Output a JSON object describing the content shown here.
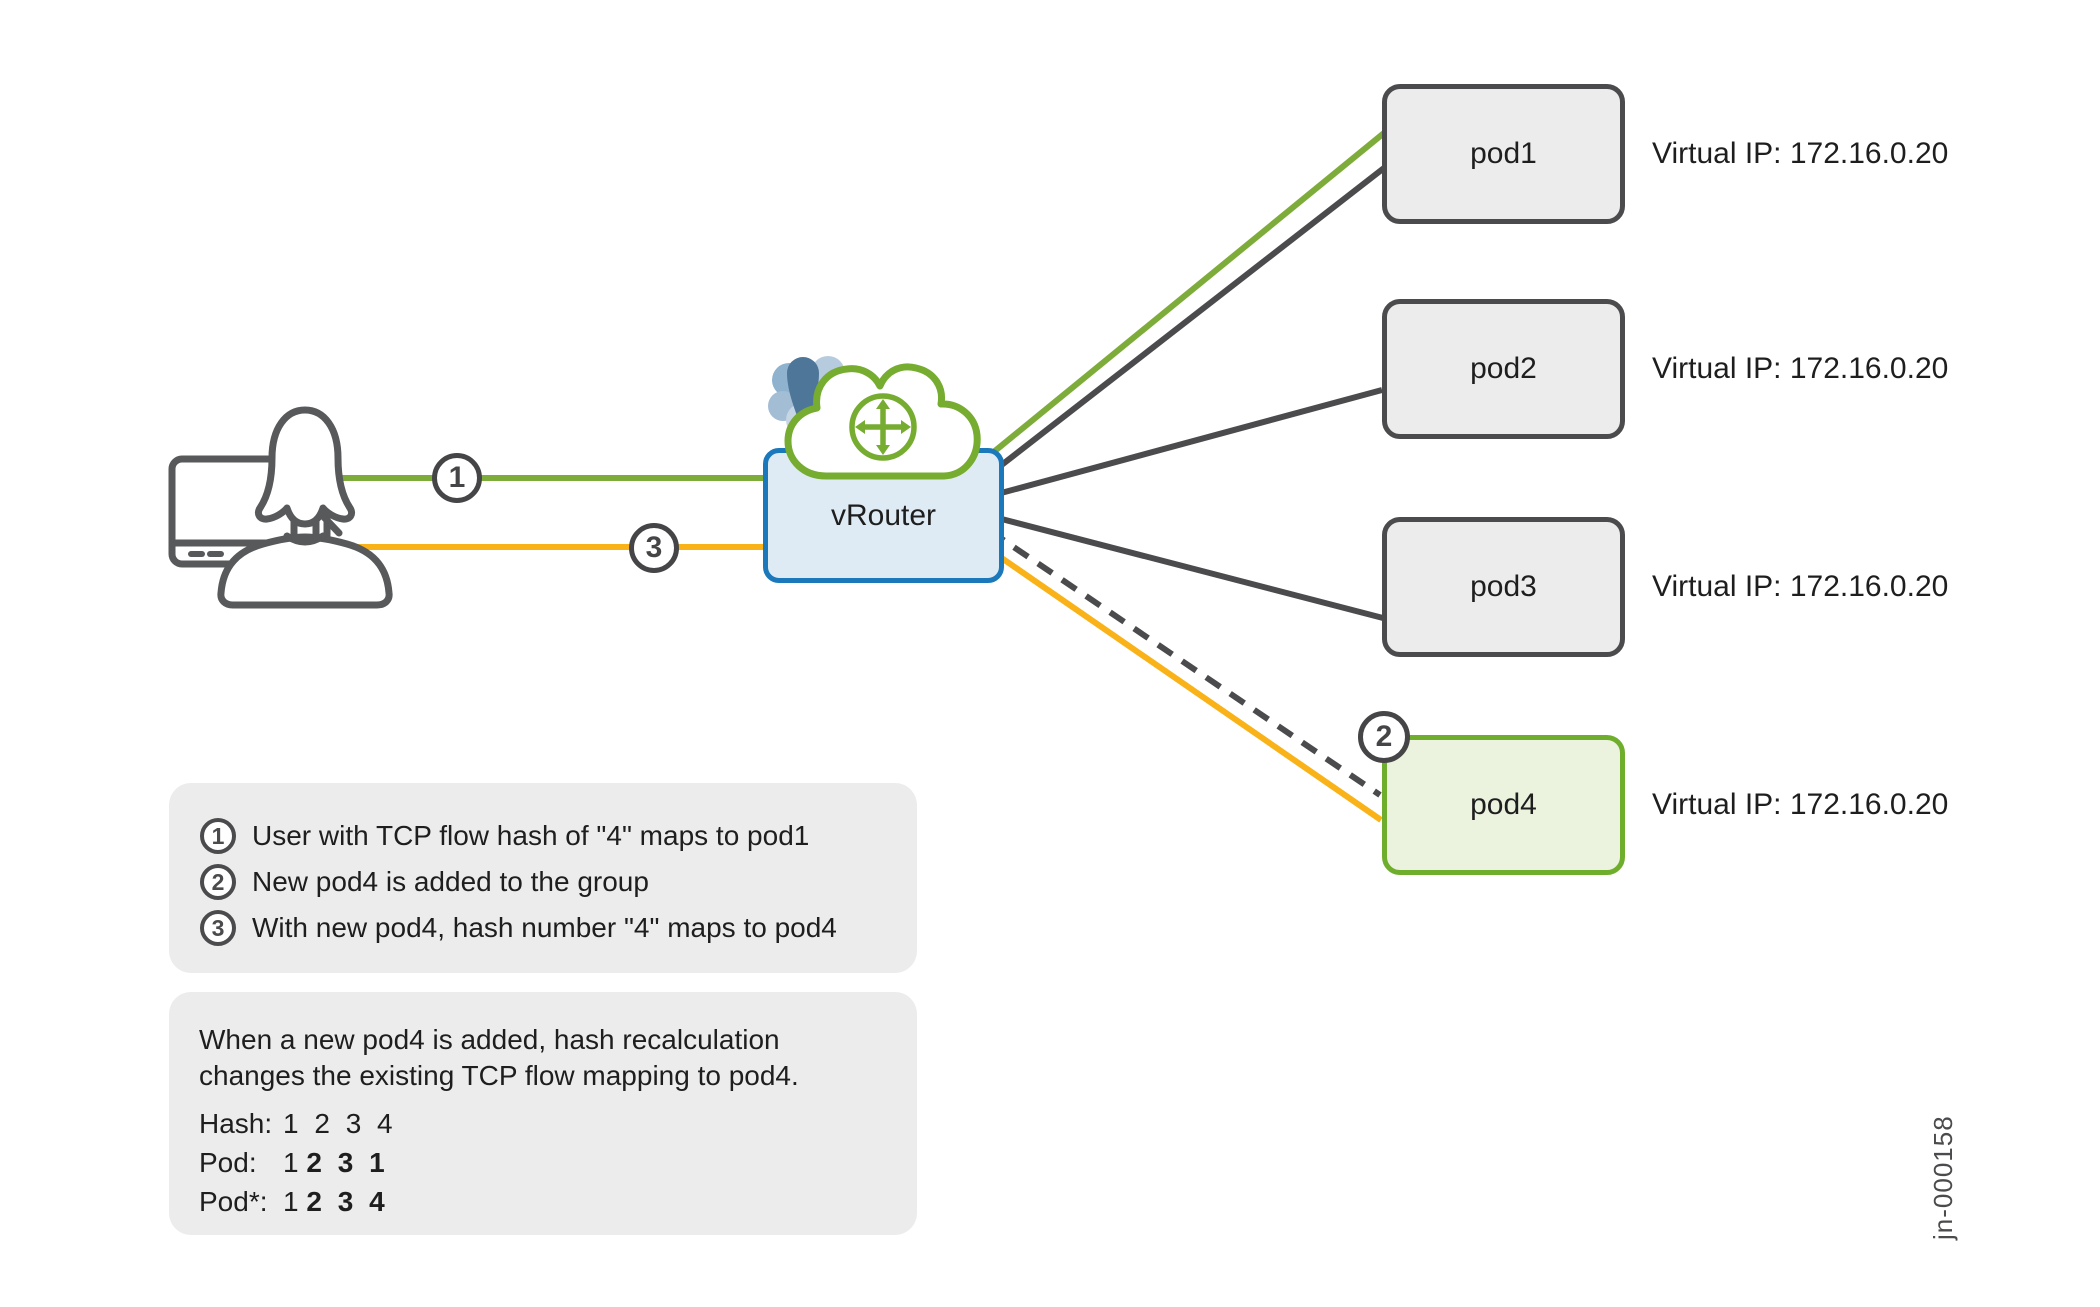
{
  "diagram": {
    "user": {
      "icon": "user-at-computer"
    },
    "vrouter": {
      "label": "vRouter",
      "cloud_icon": "green-cloud-juniper-logo",
      "flower_icon": "contrail-flower-logo"
    },
    "pods": [
      {
        "label": "pod1",
        "ip": "Virtual IP: 172.16.0.20",
        "highlight": false
      },
      {
        "label": "pod2",
        "ip": "Virtual IP: 172.16.0.20",
        "highlight": false
      },
      {
        "label": "pod3",
        "ip": "Virtual IP: 172.16.0.20",
        "highlight": false
      },
      {
        "label": "pod4",
        "ip": "Virtual IP: 172.16.0.20",
        "highlight": true
      }
    ],
    "markers": {
      "flow1": "1",
      "flow3": "3",
      "pod4_added": "2"
    }
  },
  "legend": {
    "steps": [
      {
        "number": "1",
        "text": "User with TCP flow hash of \"4\" maps to pod1"
      },
      {
        "number": "2",
        "text": "New pod4 is added to the group"
      },
      {
        "number": "3",
        "text": "With new pod4, hash number \"4\" maps to pod4"
      }
    ]
  },
  "note": {
    "paragraph": "When a new pod4 is added, hash recalculation changes the existing TCP flow mapping to pod4.",
    "rows": [
      {
        "label": "Hash:",
        "normal": "1 2 3 4",
        "bold": ""
      },
      {
        "label": "Pod:",
        "normal": "1",
        "bold": "2 3 1"
      },
      {
        "label": "Pod*:",
        "normal": "1",
        "bold": "2 3 4"
      }
    ]
  },
  "figure_id": "jn-000158",
  "colors": {
    "green": "#76ac30",
    "line_green": "#7eac3a",
    "yellow": "#f9b218",
    "dark_gray": "#4b4b4d",
    "vrouter_border": "#1b78bb",
    "vrouter_fill": "#deebf4",
    "pod_fill": "#ececec",
    "pod4_fill": "#ebf2dd",
    "pod4_border": "#6fae2d",
    "panel_fill": "#ececec",
    "flower_dark_blue": "#4e7698"
  }
}
